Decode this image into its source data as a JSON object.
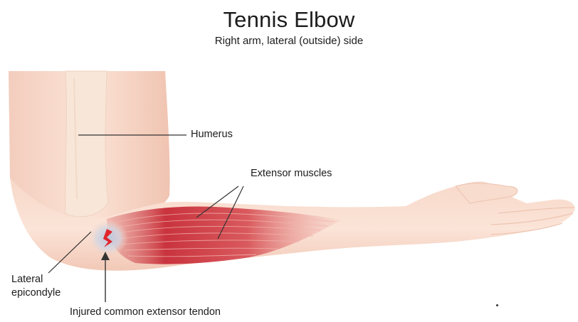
{
  "title": "Tennis Elbow",
  "subtitle": "Right arm, lateral (outside) side",
  "labels": {
    "humerus": "Humerus",
    "extensor_muscles": "Extensor muscles",
    "lateral_epicondyle_line1": "Lateral",
    "lateral_epicondyle_line2": "epicondyle",
    "injured_tendon": "Injured common extensor tendon"
  },
  "colors": {
    "skin": "#f6d5c4",
    "muscle": "#d24a52",
    "injury": "#e0242b"
  }
}
